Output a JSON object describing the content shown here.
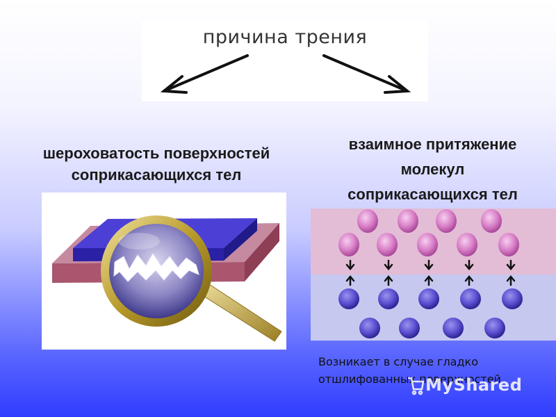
{
  "title": "причина трения",
  "left": {
    "heading_line1": "шероховатость поверхностей",
    "heading_line2": "соприкасающихся тел"
  },
  "right": {
    "heading_line1": "взаимное притяжение",
    "heading_line2": "молекул",
    "heading_line3": "соприкасающихся тел",
    "note_line1": "Возникает в случае гладко",
    "note_line2": "отшлифованных поверхностей"
  },
  "watermark": "MyShared",
  "colors": {
    "upper_molecule": "#d97fc7",
    "lower_molecule": "#5a4fd0",
    "upper_band": "#e3bcd6",
    "lower_band": "#c6c8f0"
  }
}
